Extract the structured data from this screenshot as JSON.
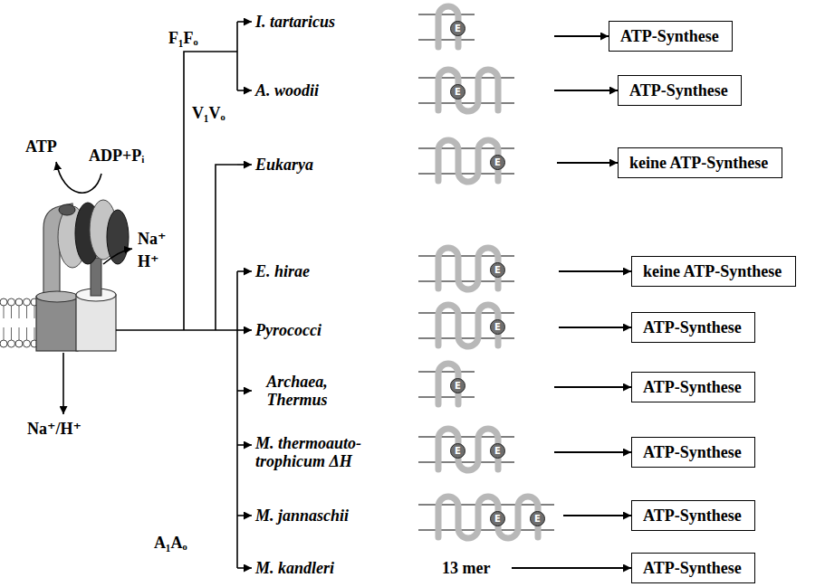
{
  "diagram": {
    "nodes": [
      {
        "text": [
          "E"
        ]
      },
      {
        "text": [
          "ATP-Synthese"
        ]
      },
      {
        "text": [
          "E"
        ]
      },
      {
        "text": [
          "ATP-Synthese"
        ]
      },
      {
        "text": [
          "E"
        ]
      },
      {
        "text": [
          "keine ATP-Synthese"
        ]
      },
      {
        "text": [
          "E"
        ]
      },
      {
        "text": [
          "keine ATP-Synthese"
        ]
      },
      {
        "text": [
          "E"
        ]
      },
      {
        "text": [
          "ATP-Synthese"
        ]
      },
      {
        "text": [
          "E"
        ]
      },
      {
        "text": [
          "ATP-Synthese"
        ]
      },
      {
        "text": [
          "E"
        ]
      },
      {
        "text": [
          "E"
        ]
      },
      {
        "text": [
          "ATP-Synthese"
        ]
      },
      {
        "text": [
          "E"
        ]
      },
      {
        "text": [
          "E"
        ]
      },
      {
        "text": [
          "ATP-Synthese"
        ]
      },
      {
        "text": [
          "ATP-Synthese"
        ]
      }
    ],
    "labels": [
      "ATP",
      "ADP+Pᵢ",
      "Na⁺",
      "H⁺",
      "Na⁺/H⁺",
      "F₁Fₒ",
      "V₁Vₒ",
      "A₁Aₒ",
      "I. tartaricus",
      "A. woodii",
      "Eukarya",
      "E. hirae",
      "Pyrococci",
      "Archaea, Thermus",
      "M. thermoauto-trophicum ΔH",
      "M. jannaschii",
      "M. kandleri",
      "13 mer"
    ]
  }
}
